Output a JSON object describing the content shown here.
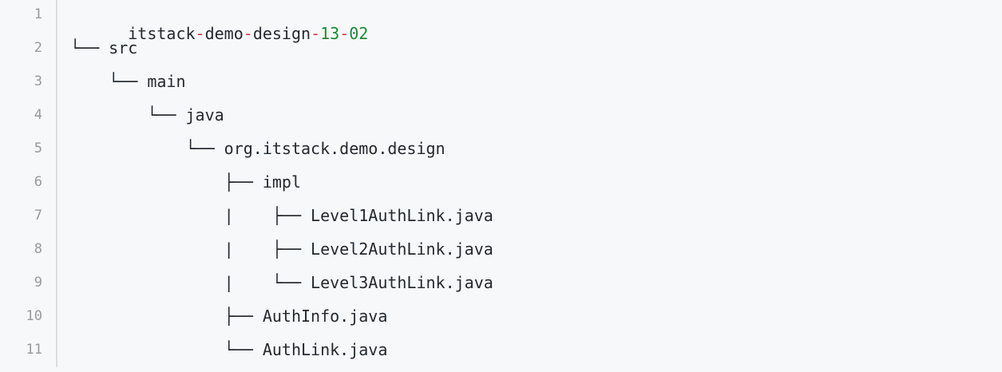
{
  "line_numbers": [
    "1",
    "2",
    "3",
    "4",
    "5",
    "6",
    "7",
    "8",
    "9",
    "10",
    "11"
  ],
  "lines": [
    {
      "segments": [
        {
          "text": "itstack",
          "kind": "plain"
        },
        {
          "text": "-",
          "kind": "dash"
        },
        {
          "text": "demo",
          "kind": "plain"
        },
        {
          "text": "-",
          "kind": "dash"
        },
        {
          "text": "design",
          "kind": "plain"
        },
        {
          "text": "-",
          "kind": "dash"
        },
        {
          "text": "13",
          "kind": "num"
        },
        {
          "text": "-",
          "kind": "dash"
        },
        {
          "text": "02",
          "kind": "num"
        }
      ]
    },
    {
      "segments": [
        {
          "text": "└── src",
          "kind": "plain"
        }
      ]
    },
    {
      "segments": [
        {
          "text": "    └── main",
          "kind": "plain"
        }
      ]
    },
    {
      "segments": [
        {
          "text": "        └── java",
          "kind": "plain"
        }
      ]
    },
    {
      "segments": [
        {
          "text": "            └── org.itstack.demo.design",
          "kind": "plain"
        }
      ]
    },
    {
      "segments": [
        {
          "text": "                ├── impl",
          "kind": "plain"
        }
      ]
    },
    {
      "segments": [
        {
          "text": "                |    ├── Level1AuthLink.java",
          "kind": "plain"
        }
      ]
    },
    {
      "segments": [
        {
          "text": "                |    ├── Level2AuthLink.java",
          "kind": "plain"
        }
      ]
    },
    {
      "segments": [
        {
          "text": "                |    └── Level3AuthLink.java",
          "kind": "plain"
        }
      ]
    },
    {
      "segments": [
        {
          "text": "                ├── AuthInfo.java",
          "kind": "plain"
        }
      ]
    },
    {
      "segments": [
        {
          "text": "                └── AuthLink.java",
          "kind": "plain"
        }
      ]
    }
  ],
  "colors": {
    "background": "#f6f8fa",
    "text": "#24292e",
    "line_number": "#999999",
    "dash": "#d73a49",
    "number": "#22863a",
    "gutter_border": "#dddddd"
  }
}
